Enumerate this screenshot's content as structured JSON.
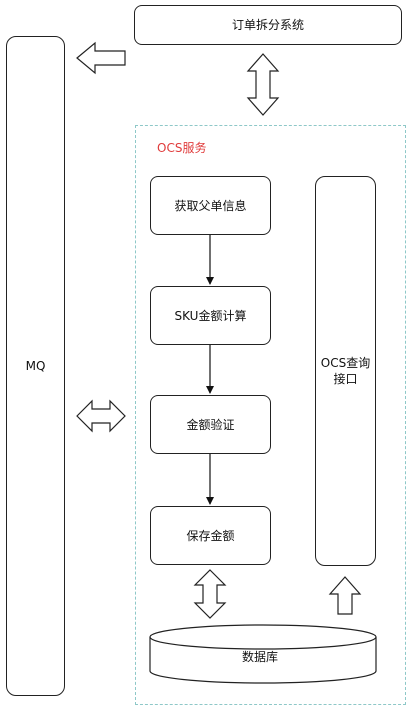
{
  "nodes": {
    "order_split": "订单拆分系统",
    "mq": "MQ",
    "ocs_service": "OCS服务",
    "get_parent_order": "获取父单信息",
    "sku_amount_calc": "SKU金额计算",
    "amount_verify": "金额验证",
    "save_amount": "保存金额",
    "ocs_query_api": "OCS查询\n接口",
    "database": "数据库"
  },
  "colors": {
    "border": "#222222",
    "dashed_border": "#8ec8c8",
    "service_label": "#e03c3c"
  }
}
